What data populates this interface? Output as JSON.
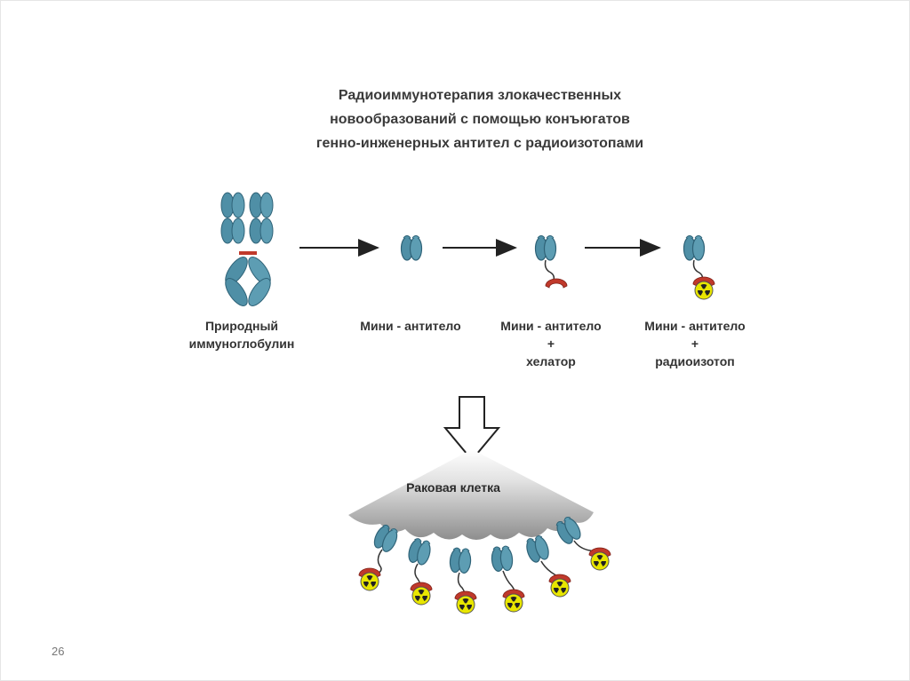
{
  "title": {
    "line1": "Радиоиммунотерапия злокачественных",
    "line2": "новообразований с помощью конъюгатов",
    "line3": "генно-инженерных антител с радиоизотопами"
  },
  "stages": [
    {
      "line1": "Природный",
      "line2": "иммуноглобулин",
      "line3": ""
    },
    {
      "line1": "Мини - антитело",
      "line2": "",
      "line3": ""
    },
    {
      "line1": "Мини - антитело",
      "line2": "+",
      "line3": "хелатор"
    },
    {
      "line1": "Мини - антитело",
      "line2": "+",
      "line3": "радиоизотоп"
    }
  ],
  "cell_label": "Раковая клетка",
  "page_number": "26",
  "colors": {
    "antibody": "#4f8fa6",
    "antibody_dark": "#2f6378",
    "chelator": "#c0392b",
    "isotope": "#e8e600",
    "text": "#333333"
  },
  "icons": {
    "antibody": "antibody-icon",
    "arrow": "arrow-right-icon",
    "down_arrow": "down-arrow-icon",
    "isotope": "radiation-icon"
  }
}
